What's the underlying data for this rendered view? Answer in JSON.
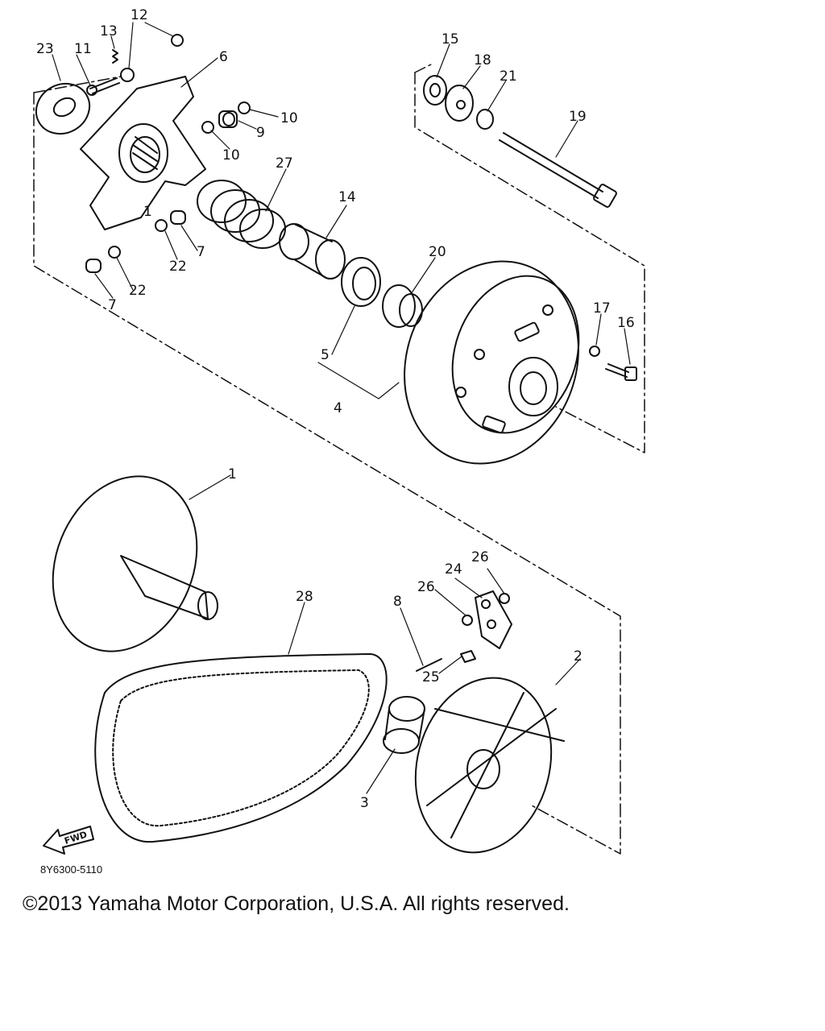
{
  "diagram": {
    "reference_code": "8Y6300-5110",
    "copyright": "©2013 Yamaha Motor Corporation, U.S.A. All rights reserved.",
    "fwd_label": "FWD",
    "callouts": {
      "c1": "1",
      "c1b": "1",
      "c2": "2",
      "c3": "3",
      "c4": "4",
      "c5": "5",
      "c6": "6",
      "c7a": "7",
      "c7b": "7",
      "c8": "8",
      "c9": "9",
      "c10a": "10",
      "c10b": "10",
      "c11": "11",
      "c12": "12",
      "c13": "13",
      "c14": "14",
      "c15": "15",
      "c16": "16",
      "c17": "17",
      "c18": "18",
      "c19": "19",
      "c20": "20",
      "c21": "21",
      "c22a": "22",
      "c22b": "22",
      "c23": "23",
      "c24": "24",
      "c25": "25",
      "c26a": "26",
      "c26b": "26",
      "c27": "27",
      "c28": "28"
    }
  }
}
